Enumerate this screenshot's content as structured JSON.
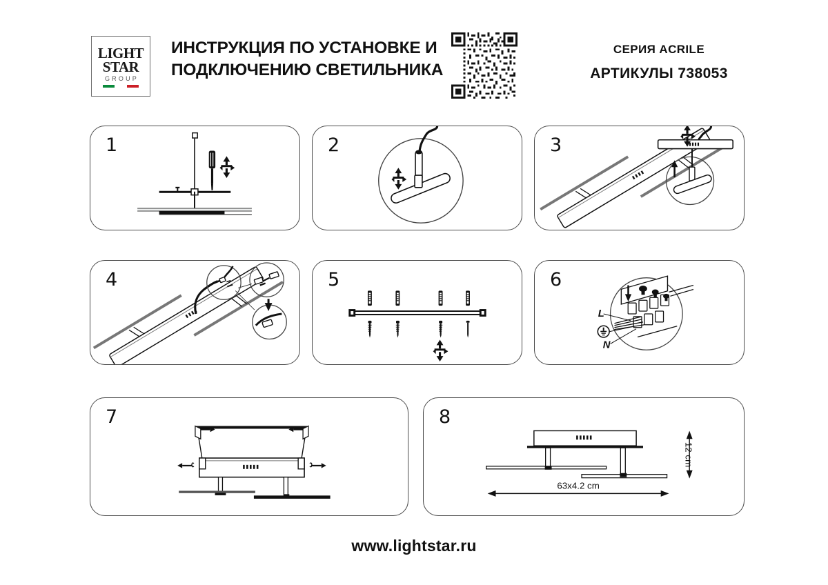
{
  "document": {
    "title_line1": "ИНСТРУКЦИЯ ПО УСТАНОВКЕ И",
    "title_line2": "ПОДКЛЮЧЕНИЮ СВЕТИЛЬНИКА",
    "footer_url": "www.lightstar.ru",
    "background_color": "#ffffff",
    "line_color": "#4a4a4a"
  },
  "logo": {
    "line1": "LIGHT",
    "line2": "STAR",
    "line3": "GROUP",
    "flag_colors": {
      "green": "#0a8a3c",
      "white": "#ffffff",
      "red": "#cc1f27"
    }
  },
  "product": {
    "series_label": "СЕРИЯ ACRILE",
    "article_label": "АРТИКУЛЫ 738053"
  },
  "qr": {
    "icon": "qr-code-icon",
    "alt": "qr-code"
  },
  "steps": [
    {
      "number": "1",
      "name": "step-1-mount-rod",
      "icons": [
        "screwdriver-icon",
        "up-down-arrow-icon",
        "ceiling-plate-icon",
        "threaded-rod-icon"
      ]
    },
    {
      "number": "2",
      "name": "step-2-attach-bracket",
      "icons": [
        "magnifier-circle-icon",
        "up-down-arrow-icon",
        "cable-icon",
        "bracket-bar-icon"
      ]
    },
    {
      "number": "3",
      "name": "step-3-fix-bar-to-ceiling",
      "icons": [
        "magnifier-circle-icon",
        "up-arrow-icon",
        "up-down-arrow-icon",
        "fixture-body-icon"
      ]
    },
    {
      "number": "4",
      "name": "step-4-connect-cables",
      "icons": [
        "magnifier-circle-icon",
        "down-arrow-icon",
        "connector-icon",
        "fixture-body-icon"
      ]
    },
    {
      "number": "5",
      "name": "step-5-dowels-and-screws",
      "icons": [
        "dowel-icon",
        "screw-icon",
        "mounting-bar-icon",
        "up-down-arrow-icon"
      ],
      "dowel_count": 4,
      "screw_count": 4
    },
    {
      "number": "6",
      "name": "step-6-terminal-wiring",
      "icons": [
        "terminal-block-icon",
        "down-arrow-icon",
        "magnifier-circle-icon"
      ],
      "terminals": [
        {
          "label": "L",
          "name": "terminal-live"
        },
        {
          "label": "",
          "name": "terminal-earth",
          "icon": "earth-ground-icon"
        },
        {
          "label": "N",
          "name": "terminal-neutral"
        }
      ]
    },
    {
      "number": "7",
      "name": "step-7-install-diffuser",
      "icons": [
        "diffuser-panel-icon",
        "rotate-arrow-icon",
        "fixture-body-icon"
      ]
    },
    {
      "number": "8",
      "name": "step-8-final-dimensions",
      "icons": [
        "fixture-assembly-icon",
        "dimension-arrow-icon"
      ],
      "dimension_width": "63x4.2 cm",
      "dimension_height": "12 cm"
    }
  ]
}
